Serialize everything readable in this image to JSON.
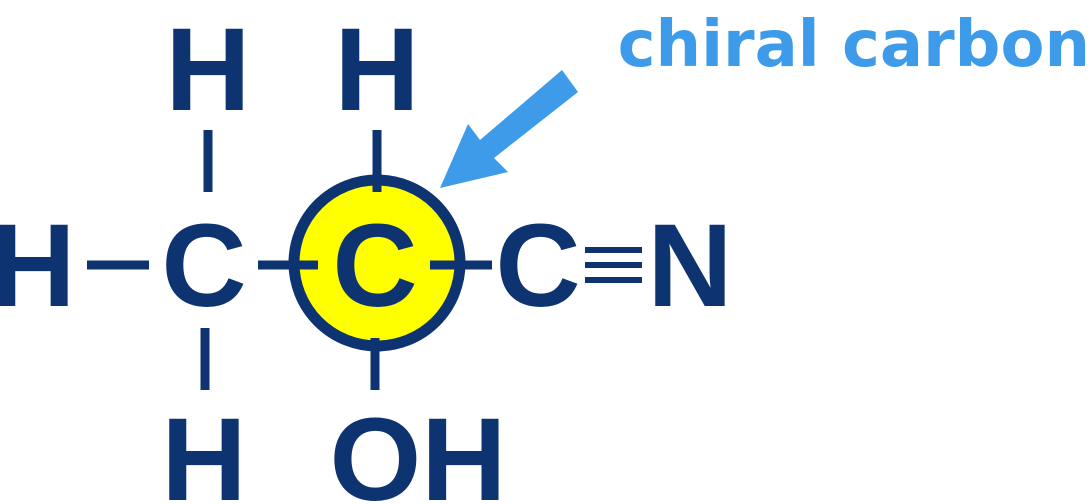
{
  "atoms": {
    "h_top_left": "H",
    "h_top_center": "H",
    "h_left": "H",
    "c_methyl": "C",
    "c_chiral": "C",
    "c_nitrile": "C",
    "n_nitrile": "N",
    "h_bottom_left": "H",
    "oh_bottom": "OH"
  },
  "annotation": {
    "label": "chiral carbon"
  },
  "colors": {
    "atom": "#0d3470",
    "highlight_fill": "#ffff00",
    "annotation": "#3d9be9"
  }
}
